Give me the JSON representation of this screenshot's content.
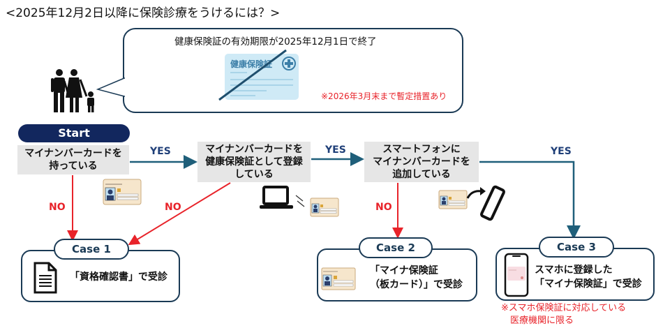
{
  "title": "<2025年12月2日以降に保険診療をうけるには？>",
  "notice": {
    "headline": "健康保険証の有効期限が2025年12月1日で終了",
    "card_label": "健康保険証",
    "note": "※2026年3月末まで暫定措置あり",
    "icons": [
      "family-icon",
      "health-insurance-card-crossed-icon"
    ]
  },
  "flow": {
    "start_label": "Start",
    "questions": [
      {
        "id": "q1",
        "lines": [
          "マイナンバーカードを",
          "持っている"
        ]
      },
      {
        "id": "q2",
        "lines": [
          "マイナンバーカードを",
          "健康保険証として登録",
          "している"
        ]
      },
      {
        "id": "q3",
        "lines": [
          "スマートフォンに",
          "マイナンバーカードを",
          "追加している"
        ]
      }
    ],
    "edge_labels": {
      "yes": "YES",
      "no": "NO"
    },
    "mynumber_card_caption": "マイナンバーカード"
  },
  "cases": [
    {
      "label": "Case 1",
      "lines": [
        "「資格確認書」で受診"
      ],
      "icon": "document-icon"
    },
    {
      "label": "Case 2",
      "lines": [
        "「マイナ保険証",
        "（板カード）」で受診"
      ],
      "icon": "mynumber-card-icon"
    },
    {
      "label": "Case 3",
      "lines": [
        "スマホに登録した",
        "「マイナ保険証」で受診"
      ],
      "icon": "smartphone-card-icon",
      "note_lines": [
        "※スマホ保険証に対応している",
        "　医療機関に限る"
      ]
    }
  ],
  "colors": {
    "navy": "#12275e",
    "teal_arrow": "#1f5f7a",
    "red": "#e8232a",
    "box_gray": "#e6e6e6",
    "card_blue": "#cfeaf6",
    "card_beige": "#f6e6cc"
  }
}
